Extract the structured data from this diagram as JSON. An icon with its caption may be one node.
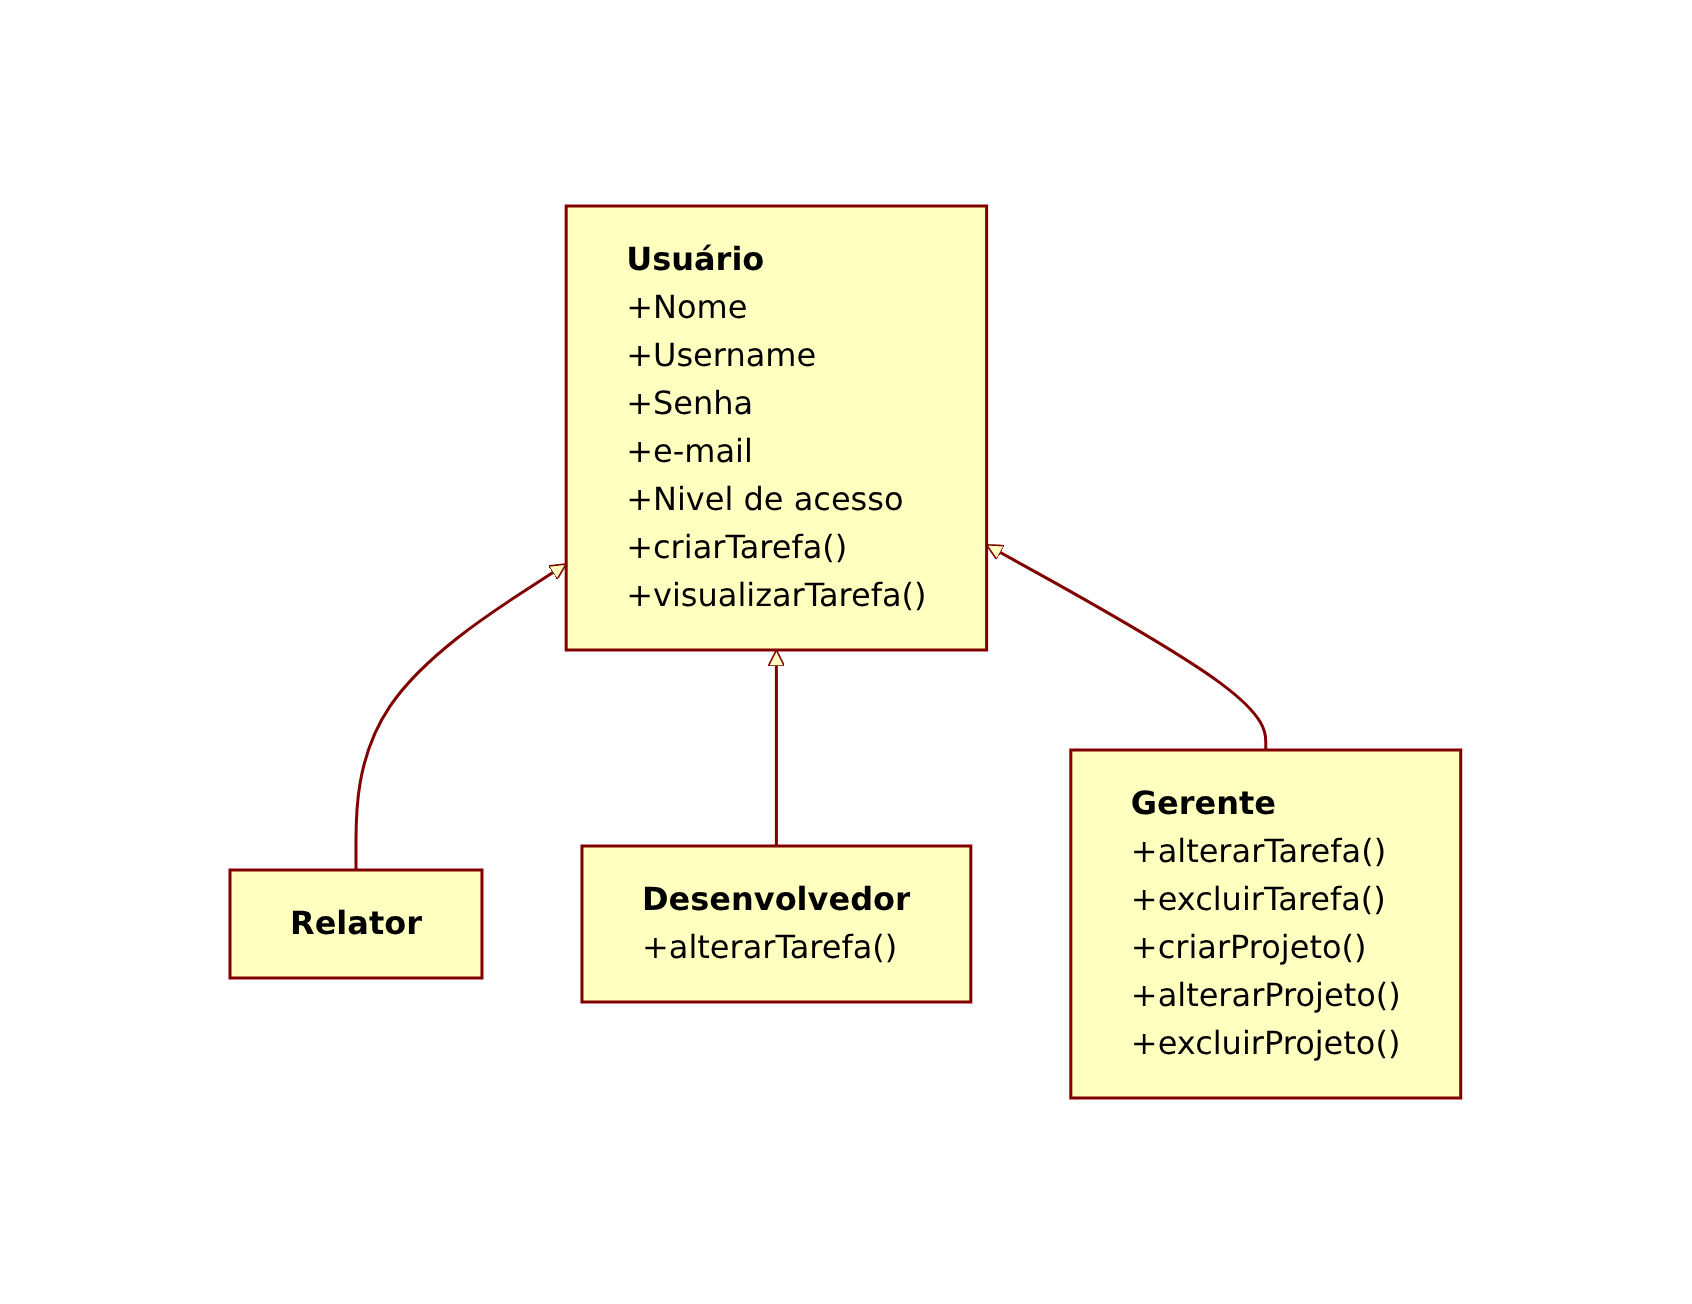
{
  "diagram": {
    "nodes": [
      {
        "text": [
          "Usuário",
          "+Nome",
          "+Username",
          "+Senha",
          "+e-mail",
          "+Nivel de acesso",
          "+criarTarefa()",
          "+visualizarTarefa()"
        ]
      },
      {
        "text": [
          "Relator"
        ]
      },
      {
        "text": [
          "Desenvolvedor",
          "+alterarTarefa()"
        ]
      },
      {
        "text": [
          "Gerente",
          "+alterarTarefa()",
          "+excluirTarefa()",
          "+criarProjeto()",
          "+alterarProjeto()",
          "+excluirProjeto()"
        ]
      }
    ],
    "edges": [
      {
        "from": 1,
        "to": 0,
        "arrow": "to"
      },
      {
        "from": 2,
        "to": 0,
        "arrow": "to"
      },
      {
        "from": 3,
        "to": 0,
        "arrow": "to"
      }
    ]
  }
}
